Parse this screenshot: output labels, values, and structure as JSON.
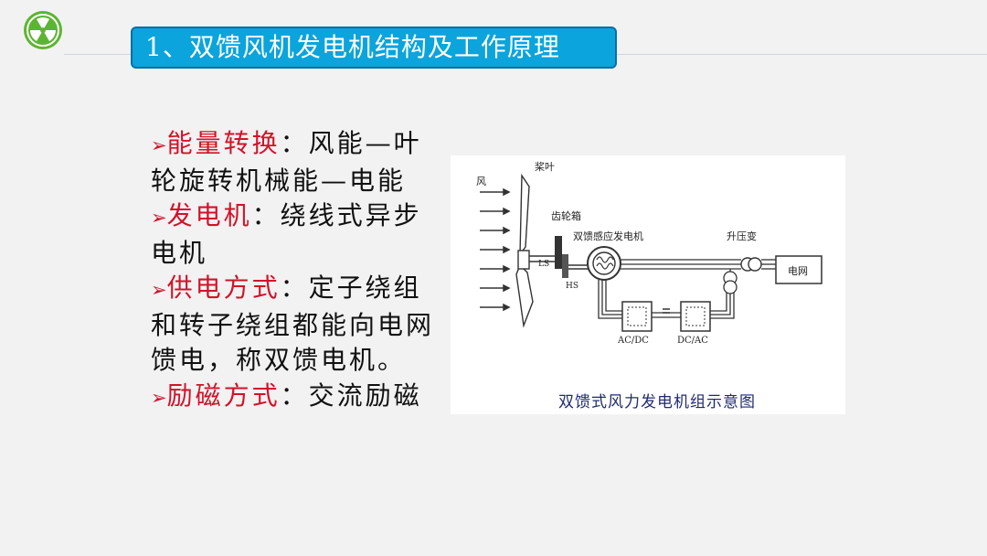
{
  "slide": {
    "title": "1、双馈风机发电机结构及工作原理",
    "bullets": [
      {
        "marker": "➢",
        "label": "能量转换",
        "text": "：风能—叶轮旋转机械能—电能"
      },
      {
        "marker": "➢",
        "label": "发电机",
        "text": "：绕线式异步电机"
      },
      {
        "marker": "➢",
        "label": "供电方式",
        "text": "：定子绕组和转子绕组都能向电网馈电，称双馈电机。"
      },
      {
        "marker": "➢",
        "label": "励磁方式",
        "text": "：交流励磁"
      }
    ]
  },
  "diagram": {
    "labels": {
      "wind": "风",
      "blade": "桨叶",
      "gearbox": "齿轮箱",
      "generator": "双馈感应发电机",
      "transformer": "升压变",
      "grid": "电网",
      "ls": "LS",
      "hs": "HS",
      "acdc": "AC/DC",
      "dcac": "DC/AC"
    },
    "caption": "双馈式风力发电机组示意图"
  },
  "colors": {
    "title_bg": "#0ba4dc",
    "highlight": "#d2122a",
    "logo": "#5cb531"
  },
  "icons": {
    "logo": "radiation-fan-icon"
  }
}
